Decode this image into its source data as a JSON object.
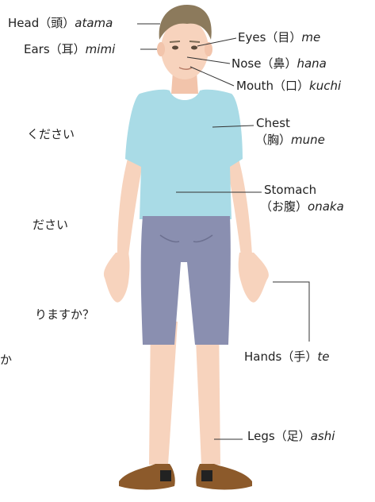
{
  "labels": {
    "head": {
      "en": "Head",
      "jp": "（頭）",
      "ro": "atama"
    },
    "ears": {
      "en": "Ears",
      "jp": "（耳）",
      "ro": "mimi"
    },
    "eyes": {
      "en": "Eyes",
      "jp": "（目）",
      "ro": "me"
    },
    "nose": {
      "en": "Nose",
      "jp": "（鼻）",
      "ro": "hana"
    },
    "mouth": {
      "en": "Mouth",
      "jp": "（口）",
      "ro": "kuchi"
    },
    "chest": {
      "en": "Chest",
      "jp": "（胸）",
      "ro": "mune"
    },
    "stomach": {
      "en": "Stomach",
      "jp": "（お腹）",
      "ro": "onaka"
    },
    "hands": {
      "en": "Hands",
      "jp": "（手）",
      "ro": "te"
    },
    "legs": {
      "en": "Legs",
      "jp": "（足）",
      "ro": "ashi"
    }
  },
  "background_text": [
    "ください",
    "ださい",
    "りますか？",
    "か"
  ],
  "colors": {
    "skin": "#f7d3bd",
    "shirt": "#a9dbe6",
    "shorts": "#8a8fb0",
    "hair": "#8c7a5c",
    "shoes": "#8c5a2b",
    "leader_line": "#333333"
  }
}
